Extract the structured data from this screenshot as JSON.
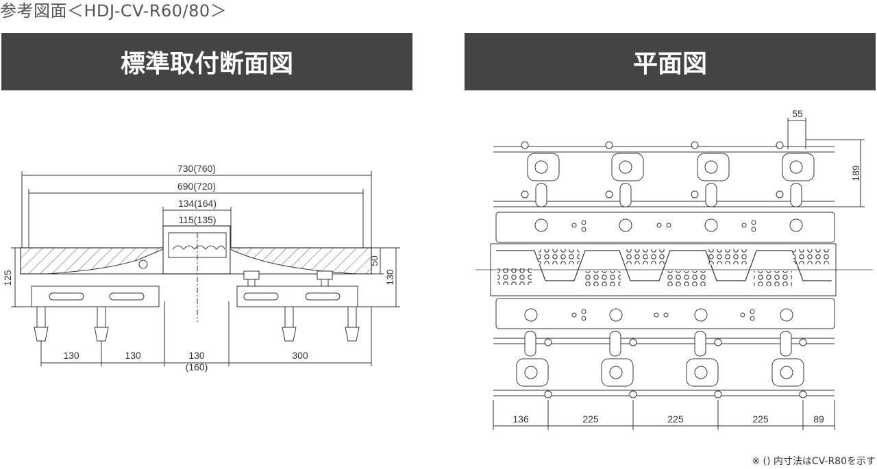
{
  "page_title": "参考図面＜HDJ-CV-R60/80＞",
  "left_panel": {
    "title": "標準取付断面図",
    "dims": {
      "overall_width": "730(760)",
      "inner_width": "690(720)",
      "cover_width": "134(164)",
      "slot_width": "115(135)",
      "height_total": "125",
      "depth": "50",
      "height_right": "130",
      "pitch_1": "130",
      "pitch_2": "130",
      "pitch_3": "130",
      "pitch_3_alt": "(160)",
      "pitch_4": "300"
    }
  },
  "right_panel": {
    "title": "平面図",
    "dims": {
      "top_width": "55",
      "side_height": "189",
      "seg_1": "136",
      "seg_2": "225",
      "seg_3": "225",
      "seg_4": "225",
      "seg_5": "89"
    }
  },
  "footnote": "※ () 内寸法はCV-R80を示す"
}
